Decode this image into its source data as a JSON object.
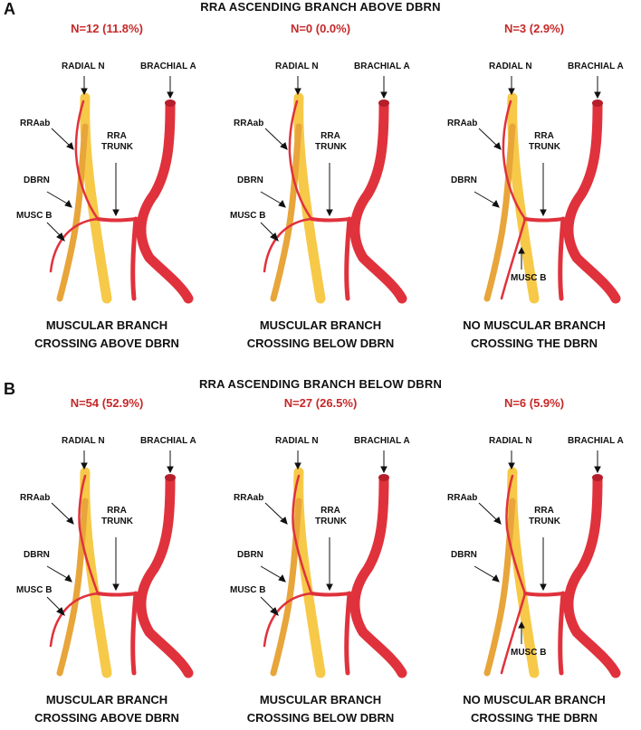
{
  "colors": {
    "nerve": "#f7c948",
    "nerve_dark": "#e8a53a",
    "artery": "#e0323c",
    "artery_dark": "#b51e2a",
    "count_text": "#c62828"
  },
  "sections": [
    {
      "letter": "A",
      "title": "RRA ASCENDING BRANCH ABOVE DBRN",
      "panels": [
        {
          "count": "N=12 (11.8%)",
          "labels": {
            "radial_n": "RADIAL N",
            "brachial_a": "BRACHIAL A",
            "rraab": "RRAab",
            "rra_trunk_1": "RRA",
            "rra_trunk_2": "TRUNK",
            "dbrn": "DBRN",
            "musc_b": "MUSC B"
          },
          "caption": [
            "MUSCULAR BRANCH",
            "CROSSING ABOVE DBRN"
          ]
        },
        {
          "count": "N=0 (0.0%)",
          "labels": {
            "radial_n": "RADIAL N",
            "brachial_a": "BRACHIAL A",
            "rraab": "RRAab",
            "rra_trunk_1": "RRA",
            "rra_trunk_2": "TRUNK",
            "dbrn": "DBRN",
            "musc_b": "MUSC B"
          },
          "caption": [
            "MUSCULAR BRANCH",
            "CROSSING BELOW DBRN"
          ]
        },
        {
          "count": "N=3 (2.9%)",
          "labels": {
            "radial_n": "RADIAL N",
            "brachial_a": "BRACHIAL A",
            "rraab": "RRAab",
            "rra_trunk_1": "RRA",
            "rra_trunk_2": "TRUNK",
            "dbrn": "DBRN",
            "musc_b": "MUSC B"
          },
          "caption": [
            "NO MUSCULAR BRANCH",
            "CROSSING THE DBRN"
          ]
        }
      ]
    },
    {
      "letter": "B",
      "title": "RRA ASCENDING BRANCH BELOW DBRN",
      "panels": [
        {
          "count": "N=54 (52.9%)",
          "labels": {
            "radial_n": "RADIAL N",
            "brachial_a": "BRACHIAL A",
            "rraab": "RRAab",
            "rra_trunk_1": "RRA",
            "rra_trunk_2": "TRUNK",
            "dbrn": "DBRN",
            "musc_b": "MUSC B"
          },
          "caption": [
            "MUSCULAR BRANCH",
            "CROSSING ABOVE DBRN"
          ]
        },
        {
          "count": "N=27 (26.5%)",
          "labels": {
            "radial_n": "RADIAL N",
            "brachial_a": "BRACHIAL A",
            "rraab": "RRAab",
            "rra_trunk_1": "RRA",
            "rra_trunk_2": "TRUNK",
            "dbrn": "DBRN",
            "musc_b": "MUSC B"
          },
          "caption": [
            "MUSCULAR BRANCH",
            "CROSSING BELOW DBRN"
          ]
        },
        {
          "count": "N=6 (5.9%)",
          "labels": {
            "radial_n": "RADIAL N",
            "brachial_a": "BRACHIAL A",
            "rraab": "RRAab",
            "rra_trunk_1": "RRA",
            "rra_trunk_2": "TRUNK",
            "dbrn": "DBRN",
            "musc_b": "MUSC B"
          },
          "caption": [
            "NO MUSCULAR BRANCH",
            "CROSSING THE DBRN"
          ]
        }
      ]
    }
  ]
}
